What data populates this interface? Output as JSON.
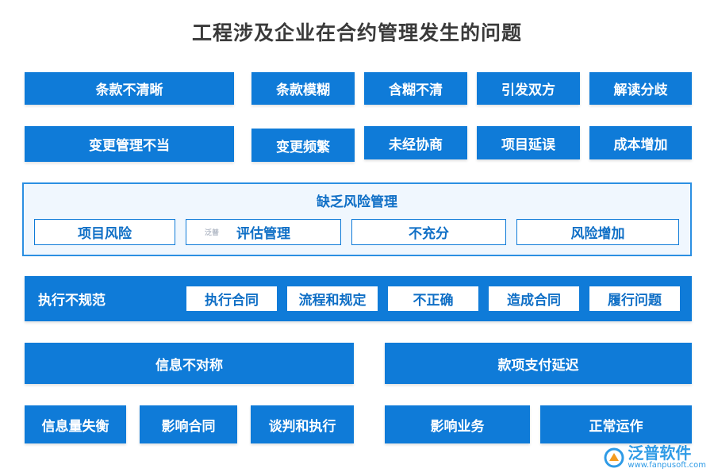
{
  "title": "工程涉及企业在合约管理发生的问题",
  "row1": {
    "main": "条款不清晰",
    "items": [
      "条款模糊",
      "含糊不清",
      "引发双方",
      "解读分歧"
    ]
  },
  "row2": {
    "main": "变更管理不当",
    "items": [
      "变更频繁",
      "未经协商",
      "项目延误",
      "成本增加"
    ]
  },
  "risk": {
    "title": "缺乏风险管理",
    "items": [
      "项目风险",
      "评估管理",
      "不充分",
      "风险增加"
    ]
  },
  "exec": {
    "main": "执行不规范",
    "items": [
      "执行合同",
      "流程和规定",
      "不正确",
      "造成合同",
      "履行问题"
    ]
  },
  "info": {
    "main": "信息不对称",
    "items": [
      "信息量失衡",
      "影响合同",
      "谈判和执行"
    ]
  },
  "payment": {
    "main": "款项支付延迟",
    "items": [
      "影响业务",
      "正常运作"
    ]
  },
  "logo": {
    "name": "泛普软件",
    "url": "www.fanpusoft.com",
    "small_mark": "泛普"
  },
  "colors": {
    "primary": "#0f7bd8",
    "panel_border": "#2b8fe2",
    "panel_bg": "#f0f7fe",
    "title_text": "#3a3a3a"
  }
}
